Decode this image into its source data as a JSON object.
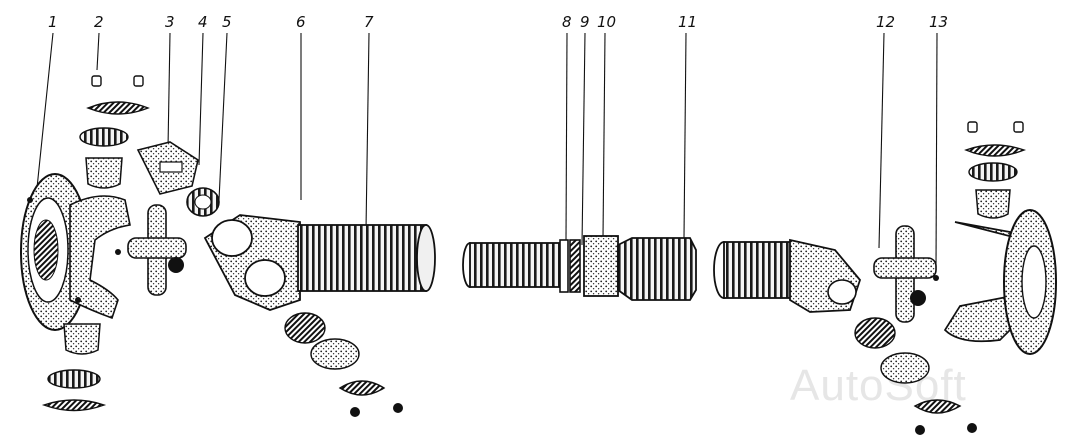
{
  "diagram": {
    "callouts": [
      {
        "id": "1",
        "label": "1"
      },
      {
        "id": "2",
        "label": "2"
      },
      {
        "id": "3",
        "label": "3"
      },
      {
        "id": "4",
        "label": "4"
      },
      {
        "id": "5",
        "label": "5"
      },
      {
        "id": "6",
        "label": "6"
      },
      {
        "id": "7",
        "label": "7"
      },
      {
        "id": "8",
        "label": "8"
      },
      {
        "id": "9",
        "label": "9"
      },
      {
        "id": "10",
        "label": "10"
      },
      {
        "id": "11",
        "label": "11"
      },
      {
        "id": "12",
        "label": "12"
      },
      {
        "id": "13",
        "label": "13"
      }
    ]
  },
  "watermark": {
    "text": "AutoSoft"
  },
  "colors": {
    "ink": "#111111",
    "paper": "#ffffff",
    "watermark": "#e6e6e6"
  }
}
